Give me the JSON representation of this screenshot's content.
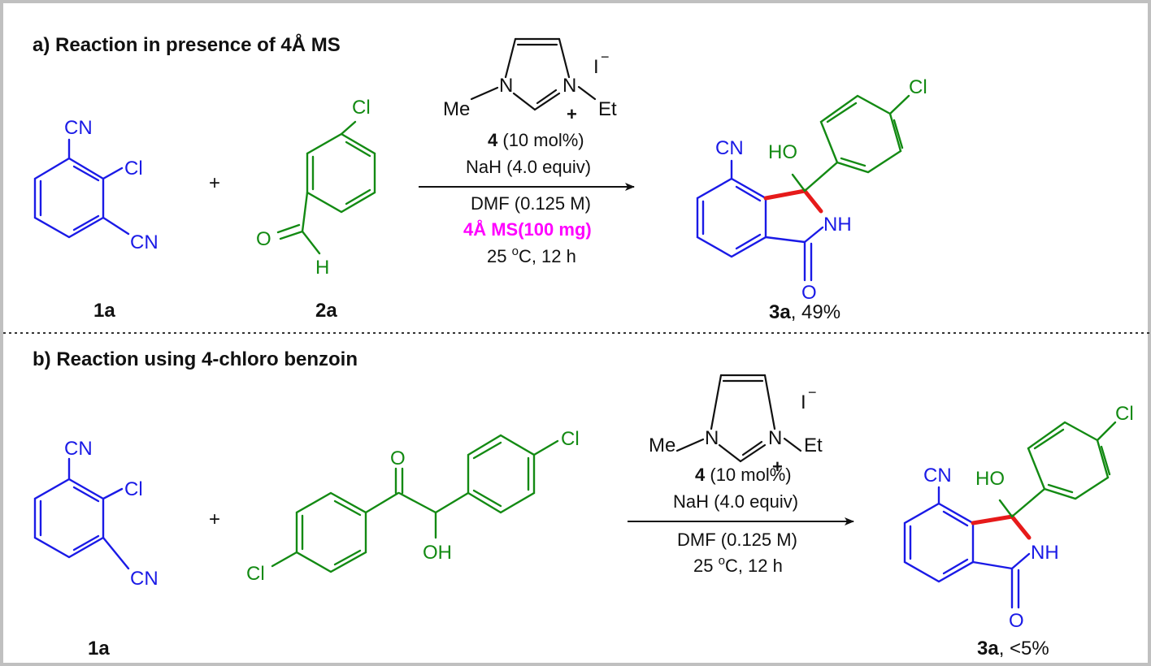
{
  "panel_a": {
    "title": "a) Reaction in presence of 4Å MS",
    "reactant1_label": "1a",
    "reactant2_label": "2a",
    "plus": "+",
    "catalyst_label": "4",
    "catalyst_loading": " (10 mol%)",
    "base": "NaH (4.0 equiv)",
    "solvent": "DMF (0.125 M)",
    "additive": "4Å MS(100 mg)",
    "temp_prefix": "25 ",
    "temp_sup": "o",
    "temp_suffix": "C, 12 h",
    "product_label": "3a",
    "product_yield": ", 49%"
  },
  "panel_b": {
    "title": "b) Reaction using 4-chloro benzoin",
    "reactant1_label": "1a",
    "plus": "+",
    "catalyst_label": "4",
    "catalyst_loading": " (10 mol%)",
    "base": "NaH (4.0 equiv)",
    "solvent": "DMF (0.125 M)",
    "temp_prefix": "25 ",
    "temp_sup": "o",
    "temp_suffix": "C, 12 h",
    "product_label": "3a",
    "product_yield": ", <5%"
  },
  "atoms": {
    "cn": "CN",
    "cl": "Cl",
    "o": "O",
    "h": "H",
    "oh": "OH",
    "ho": "HO",
    "nh": "NH",
    "n": "N",
    "me": "Me",
    "et": "Et",
    "iodide": "I",
    "minus": "−",
    "plus_charge": "+"
  },
  "colors": {
    "blue": "#1a1ae6",
    "green": "#138a13",
    "red": "#e61a1a",
    "magenta": "#ff00ff",
    "frame": "#c0c0c0"
  }
}
